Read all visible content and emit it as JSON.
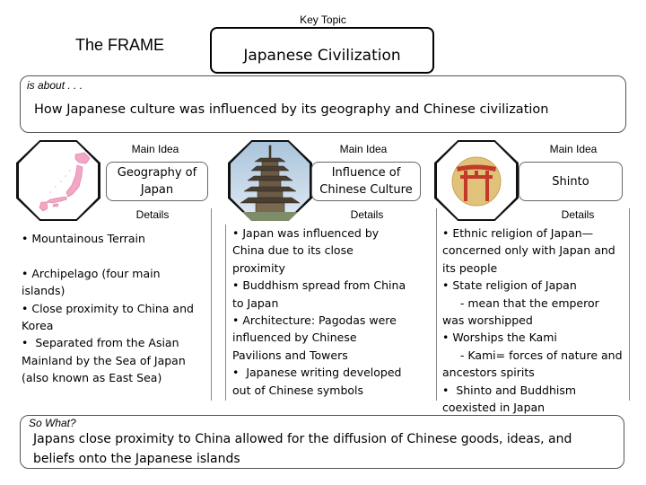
{
  "header": {
    "key_topic_label": "Key Topic",
    "frame_title": "The FRAME",
    "topic": "Japanese Civilization"
  },
  "about": {
    "label": "is about . . .",
    "text": "How Japanese culture was influenced by its geography and Chinese civilization"
  },
  "columns": [
    {
      "main_label": "Main Idea",
      "idea": "Geography of\nJapan",
      "image": "map-of-japan",
      "details_label": "Details",
      "details": "• Mountainous Terrain\n\n• Archipelago (four main\nislands)\n• Close proximity to China and\nKorea\n•  Separated from the Asian\nMainland by the Sea of Japan\n(also known as East Sea)"
    },
    {
      "main_label": "Main Idea",
      "idea": "Influence of\nChinese Culture",
      "image": "pagoda",
      "details_label": "Details",
      "details": "• Japan was influenced by\nChina due to its close\nproximity\n• Buddhism spread from China\nto Japan\n• Architecture: Pagodas were\ninfluenced by Chinese\nPavilions and Towers\n•  Japanese writing developed\nout of Chinese symbols"
    },
    {
      "main_label": "Main Idea",
      "idea": "Shinto",
      "image": "torii-gate",
      "details_label": "Details",
      "details": "• Ethnic religion of Japan—\nconcerned only with Japan and\nits people\n• State religion of Japan\n     - mean that the emperor\nwas worshipped\n• Worships the Kami\n     - Kami= forces of nature and\nancestors spirits\n•  Shinto and Buddhism\ncoexisted in Japan"
    }
  ],
  "so_what": {
    "label": "So What?",
    "text": "Japans close proximity to China allowed for the diffusion of Chinese goods, ideas, and beliefs onto the Japanese islands"
  }
}
